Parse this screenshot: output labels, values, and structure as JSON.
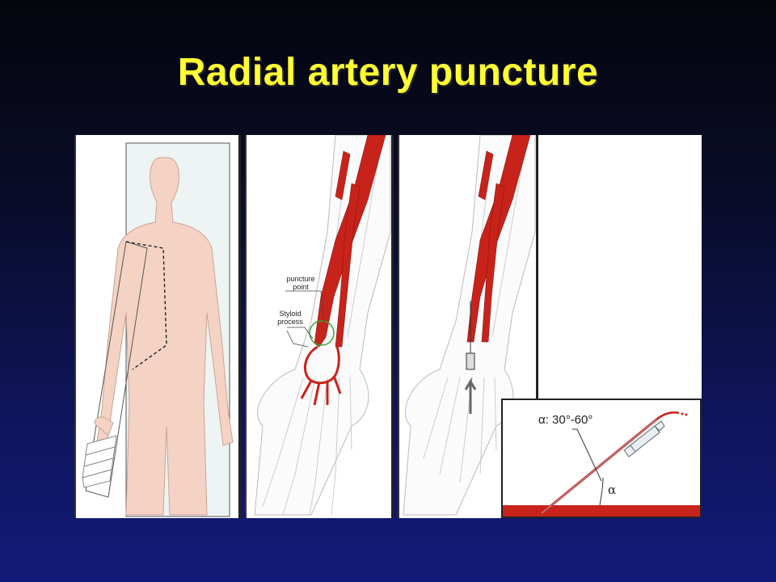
{
  "slide": {
    "title": "Radial artery puncture"
  },
  "panel_wrist": {
    "label_puncture": "puncture point",
    "label_styloid": "Styloid process"
  },
  "panel_angle": {
    "angle_range": "α: 30°-60°",
    "angle_symbol": "α"
  },
  "colors": {
    "title": "#ffff33",
    "artery": "#c8231b",
    "skin": "#f5d3c4",
    "background_top": "#05050d",
    "background_bottom": "#121a78"
  }
}
